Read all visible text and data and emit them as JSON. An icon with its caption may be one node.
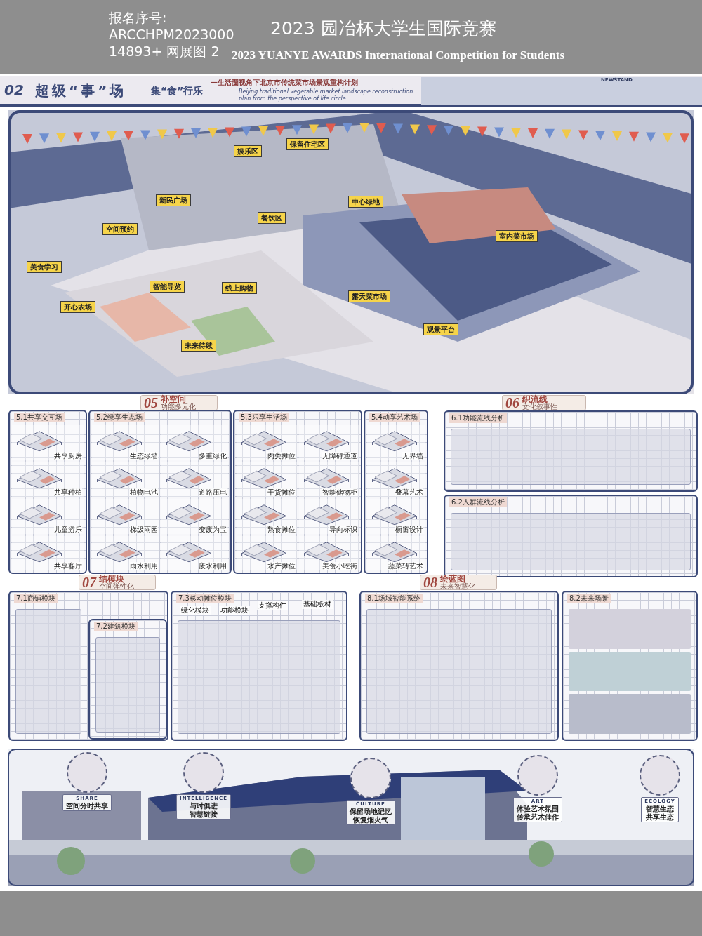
{
  "diagram": {
    "title": "2023 园冶杯大学生国际竞赛",
    "nodes": [
      {
        "text": [
          "保留住宅区"
        ]
      },
      {
        "text": [
          "娱乐区"
        ]
      },
      {
        "text": [
          "新民广场"
        ]
      },
      {
        "text": [
          "中心绿地"
        ]
      },
      {
        "text": [
          "餐饮区"
        ]
      },
      {
        "text": [
          "空间预约"
        ]
      },
      {
        "text": [
          "室内菜市场"
        ]
      },
      {
        "text": [
          "美食学习"
        ]
      },
      {
        "text": [
          "智能导览"
        ]
      },
      {
        "text": [
          "线上购物"
        ]
      },
      {
        "text": [
          "露天菜市场"
        ]
      },
      {
        "text": [
          "开心农场"
        ]
      },
      {
        "text": [
          "观景平台"
        ]
      },
      {
        "text": [
          "未来待续"
        ]
      },
      {
        "text": [
          "05",
          "补空间",
          "功能多元化"
        ]
      },
      {
        "text": [
          "5.1共享交互场"
        ]
      },
      {
        "text": [
          "共享厨房"
        ],
        "in": 15
      },
      {
        "text": [
          "共享种植"
        ],
        "in": 15
      },
      {
        "text": [
          "儿童游乐"
        ],
        "in": 15
      },
      {
        "text": [
          "共享客厅"
        ],
        "in": 15
      },
      {
        "text": [
          "5.2绿享生态场"
        ]
      },
      {
        "text": [
          "生态绿墙"
        ],
        "in": 20
      },
      {
        "text": [
          "多重绿化"
        ],
        "in": 20
      },
      {
        "text": [
          "植物电池"
        ],
        "in": 20
      },
      {
        "text": [
          "道路压电"
        ],
        "in": 20
      },
      {
        "text": [
          "梯级雨园"
        ],
        "in": 20
      },
      {
        "text": [
          "变废为宝"
        ],
        "in": 20
      },
      {
        "text": [
          "雨水利用"
        ],
        "in": 20
      },
      {
        "text": [
          "废水利用"
        ],
        "in": 20
      },
      {
        "text": [
          "5.3乐享生活场"
        ]
      },
      {
        "text": [
          "肉类摊位"
        ],
        "in": 29
      },
      {
        "text": [
          "无障碍通道"
        ],
        "in": 29
      },
      {
        "text": [
          "干货摊位"
        ],
        "in": 29
      },
      {
        "text": [
          "智能储物柜"
        ],
        "in": 29
      },
      {
        "text": [
          "熟食摊位"
        ],
        "in": 29
      },
      {
        "text": [
          "导向标识"
        ],
        "in": 29
      },
      {
        "text": [
          "水产摊位"
        ],
        "in": 29
      },
      {
        "text": [
          "美食小吃街"
        ],
        "in": 29
      },
      {
        "text": [
          "5.4动享艺术场"
        ]
      },
      {
        "text": [
          "无界墙"
        ],
        "in": 38
      },
      {
        "text": [
          "叠幕艺术"
        ],
        "in": 38
      },
      {
        "text": [
          "橱窗设计"
        ],
        "in": 38
      },
      {
        "text": [
          "蔬菜转艺术"
        ],
        "in": 38
      },
      {
        "text": [
          "06",
          "织流线",
          "文化叙事性"
        ]
      },
      {
        "text": [
          "6.1功能流线分析"
        ]
      },
      {
        "text": [
          "6.2人群流线分析"
        ]
      },
      {
        "text": [
          "07",
          "结模块",
          "空间弹性化"
        ]
      },
      {
        "text": [
          "7.1商铺模块"
        ]
      },
      {
        "text": [
          "7.2建筑模块"
        ],
        "in": 47
      },
      {
        "text": [
          "7.3移动摊位模块"
        ]
      },
      {
        "text": [
          "08",
          "绘蓝图",
          "未来智慧化"
        ]
      },
      {
        "text": [
          "8.1场域智能系统"
        ]
      },
      {
        "text": [
          "8.2未来场景"
        ]
      },
      {
        "text": [
          "SHARE",
          "空间分时共享"
        ]
      },
      {
        "text": [
          "INTELLIGENCE",
          "与时俱进",
          "智慧链接"
        ]
      },
      {
        "text": [
          "CULTURE",
          "保留场地记忆",
          "恢复烟火气"
        ]
      },
      {
        "text": [
          "ART",
          "体验艺术氛围",
          "传承艺术佳作"
        ]
      },
      {
        "text": [
          "ECOLOGY",
          "智慧生态",
          "共享生态"
        ]
      }
    ],
    "labels": [
      "报名序号:",
      "ARCCHPM2023000",
      "14893+ 网展图 2",
      "2023 YUANYE AWARDS International Competition for Students",
      "02",
      "超级“事”场",
      "集“食”行乐",
      "—生活圈视角下北京市传统菜市场景观重构计划",
      "Beijing traditional vegetable market landscape reconstruction plan from the perspective of life circle",
      "NEWSTAND",
      "绿化模块",
      "功能模块",
      "支撑构件",
      "基础板材"
    ]
  }
}
